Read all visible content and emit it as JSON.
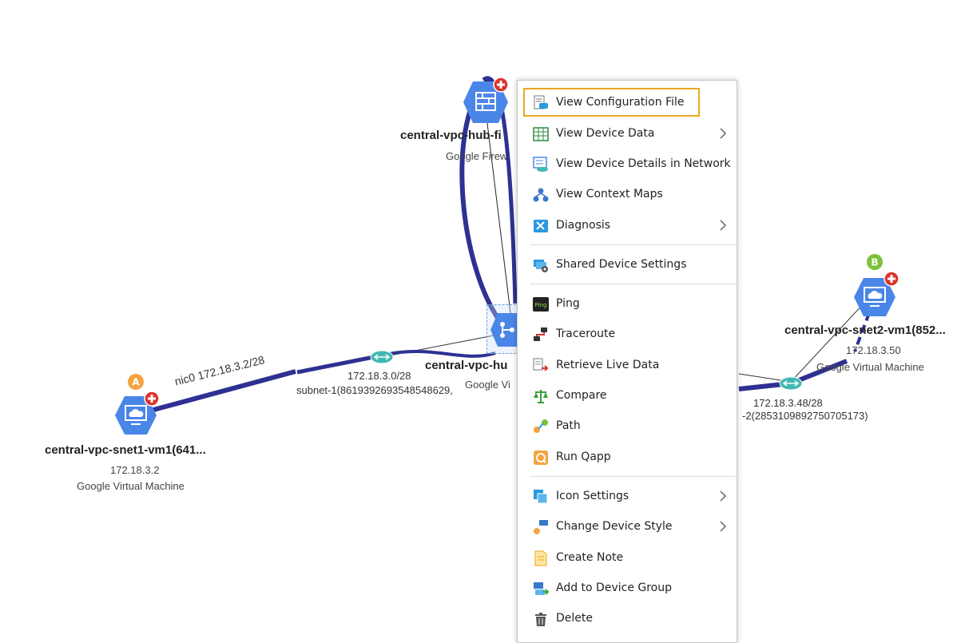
{
  "map": {
    "hub_fw": {
      "name": "central-vpc-hub-fi",
      "type": "Google Firew"
    },
    "hub_router": {
      "name": "central-vpc-hu",
      "type": "Google Vi"
    },
    "vm1": {
      "badge": "A",
      "name": "central-vpc-snet1-vm1(641...",
      "ip": "172.18.3.2",
      "type": "Google Virtual Machine"
    },
    "vm2": {
      "badge": "B",
      "name": "central-vpc-snet2-vm1(852...",
      "ip": "172.18.3.50",
      "type": "Google Virtual Machine"
    },
    "link_vm1": "nic0 172.18.3.2/28",
    "subnet1": {
      "cidr": "172.18.3.0/28",
      "name": "subnet-1(8619392693548548629,"
    },
    "subnet2": {
      "cidr": "172.18.3.48/28",
      "name": "-2(2853109892750705173)"
    }
  },
  "menu": {
    "items": [
      {
        "label": "View Configuration File",
        "icon": "config-file-icon",
        "submenu": false,
        "highlighted": true
      },
      {
        "label": "View Device Data",
        "icon": "table-icon",
        "submenu": true
      },
      {
        "label": "View Device Details in Network",
        "icon": "device-details-icon",
        "submenu": false
      },
      {
        "label": "View Context Maps",
        "icon": "context-maps-icon",
        "submenu": false
      },
      {
        "label": "Diagnosis",
        "icon": "diagnosis-icon",
        "submenu": true
      },
      {
        "label": "Shared Device Settings",
        "icon": "shared-settings-icon",
        "submenu": false
      },
      {
        "label": "Ping",
        "icon": "ping-icon",
        "submenu": false
      },
      {
        "label": "Traceroute",
        "icon": "traceroute-icon",
        "submenu": false
      },
      {
        "label": "Retrieve Live Data",
        "icon": "live-data-icon",
        "submenu": false
      },
      {
        "label": "Compare",
        "icon": "compare-icon",
        "submenu": false
      },
      {
        "label": "Path",
        "icon": "path-icon",
        "submenu": false
      },
      {
        "label": "Run Qapp",
        "icon": "qapp-icon",
        "submenu": false
      },
      {
        "label": "Icon Settings",
        "icon": "icon-settings-icon",
        "submenu": true
      },
      {
        "label": "Change Device Style",
        "icon": "device-style-icon",
        "submenu": true
      },
      {
        "label": "Create Note",
        "icon": "note-icon",
        "submenu": false
      },
      {
        "label": "Add to Device Group",
        "icon": "device-group-icon",
        "submenu": false
      },
      {
        "label": "Delete",
        "icon": "trash-icon",
        "submenu": false
      }
    ],
    "ping_icon_text": "Ping"
  },
  "colors": {
    "link": "#2e3192",
    "node": "#4a86e8",
    "highlight": "#e9a820",
    "alert": "#d9342b",
    "badge_a": "#f4a340",
    "badge_b": "#7cc23a"
  }
}
